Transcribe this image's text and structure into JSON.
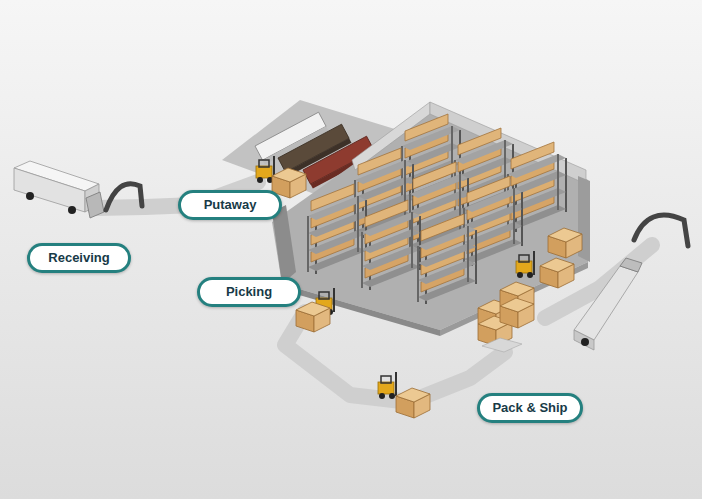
{
  "diagram": {
    "nodes": [
      {
        "text": [
          "Putaway"
        ]
      },
      {
        "text": [
          "Receiving"
        ]
      },
      {
        "text": [
          "Picking"
        ]
      },
      {
        "text": [
          "Pack & Ship"
        ]
      }
    ]
  }
}
